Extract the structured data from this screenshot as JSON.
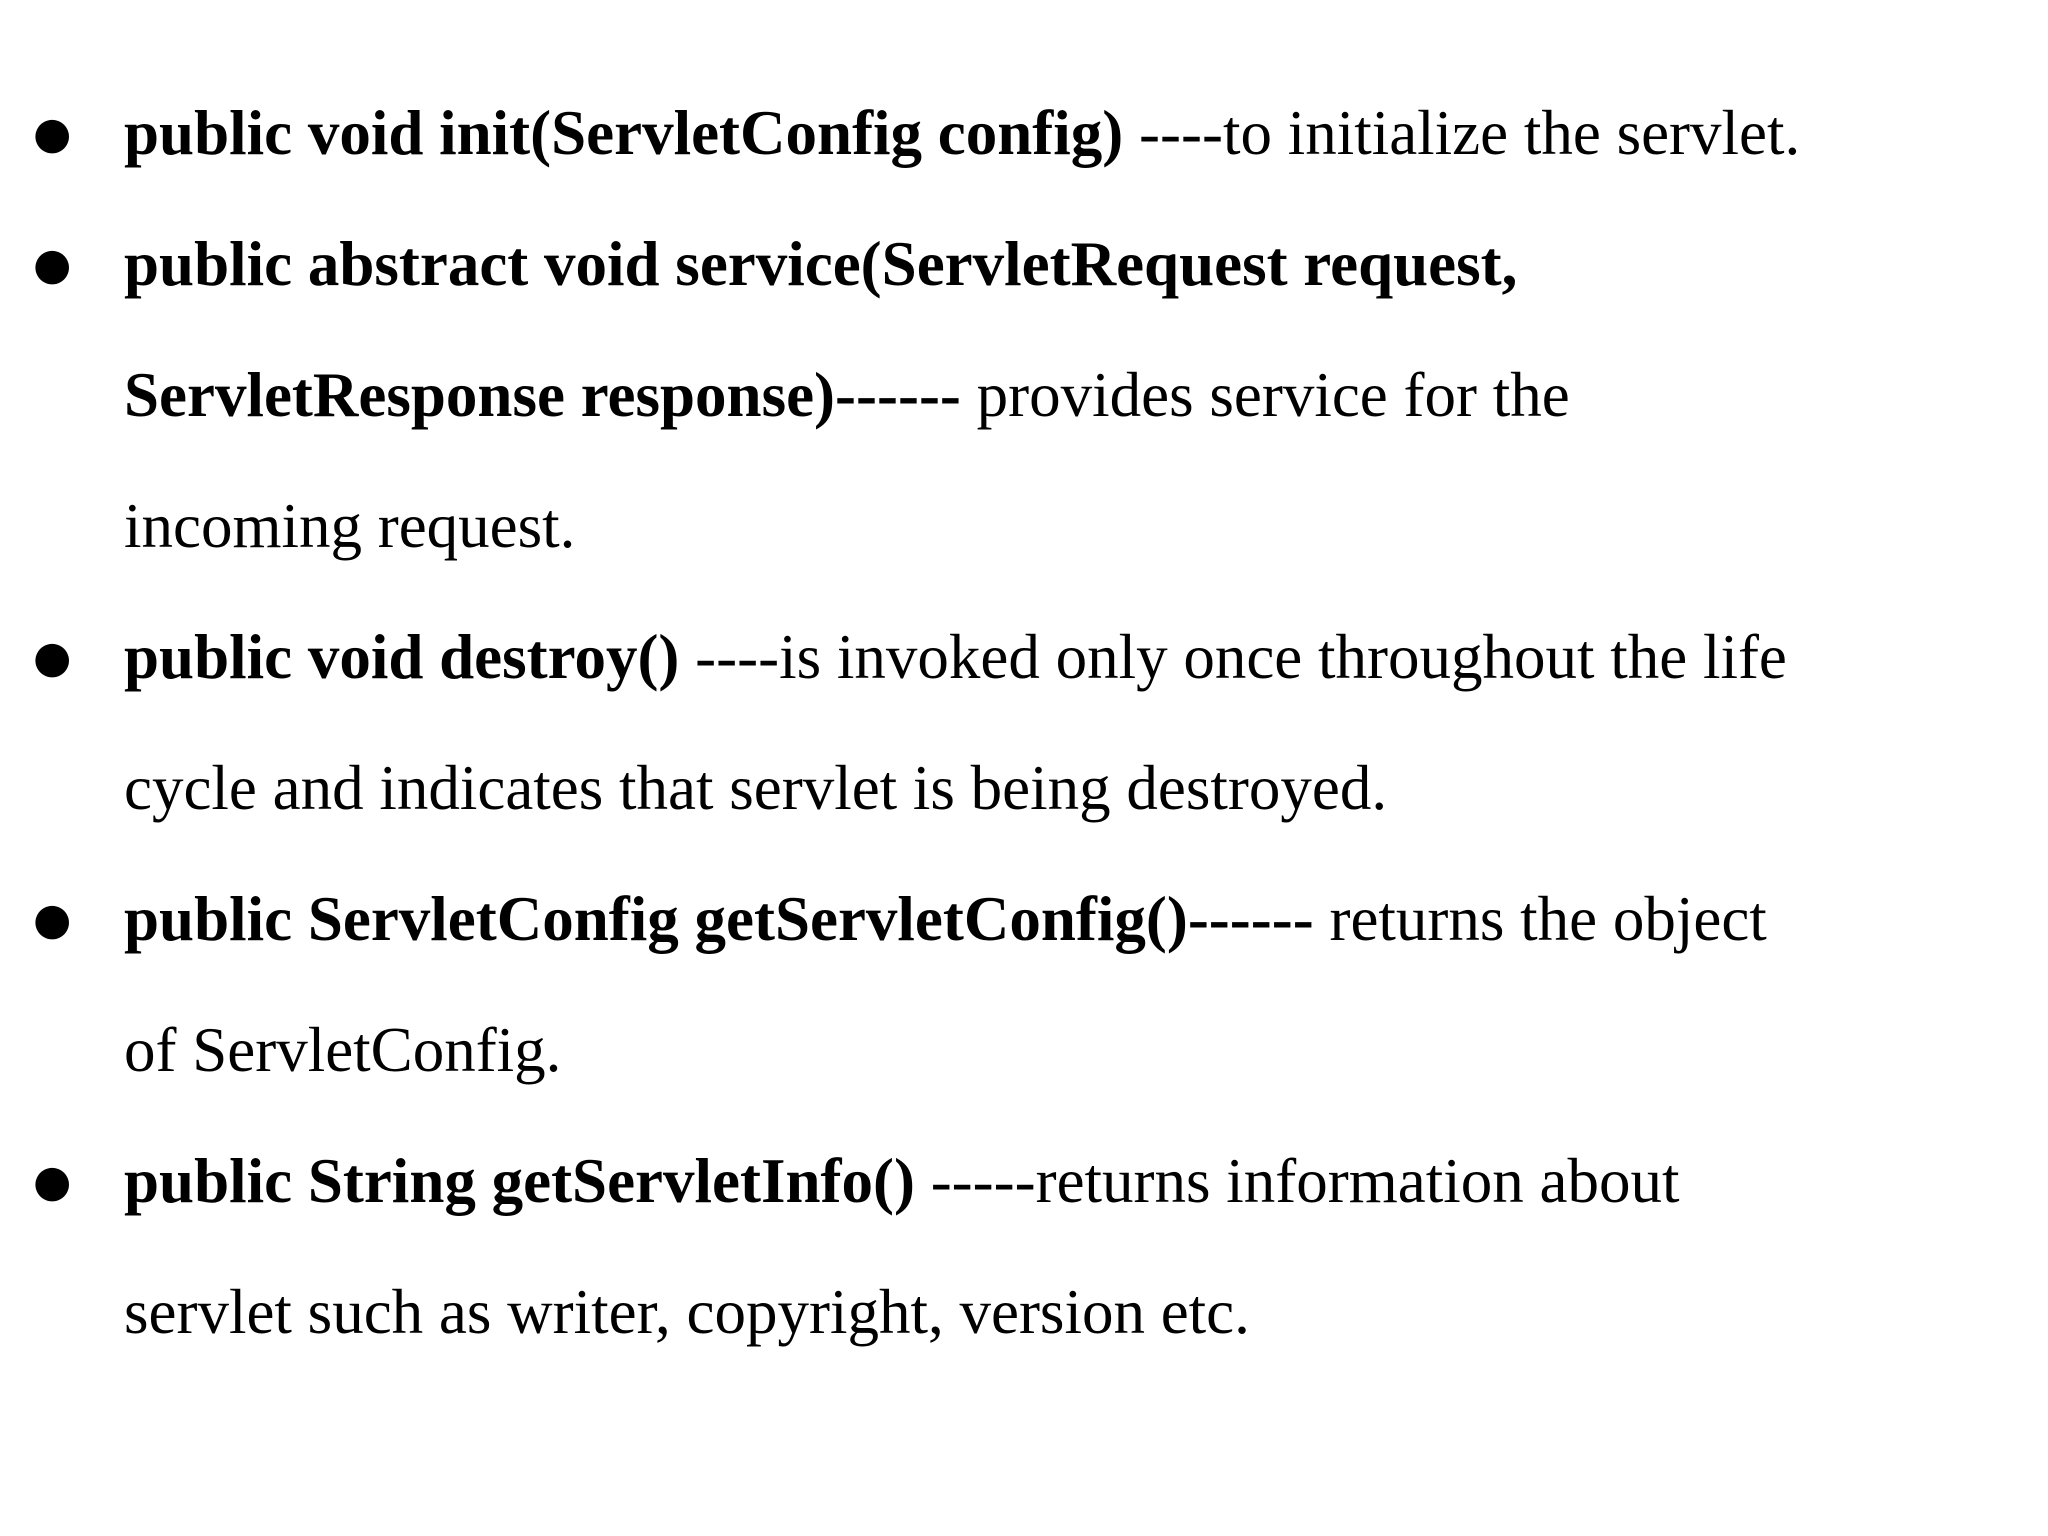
{
  "methods": [
    {
      "bullet": "●",
      "signature": "public void init(ServletConfig config)",
      "separator": " ----",
      "description": "to initialize the servlet."
    },
    {
      "bullet": "●",
      "signature_line1": "public abstract void service(ServletRequest request,",
      "signature_line2": "ServletResponse response)------",
      "description_line1": " provides service for the",
      "description_line2": "incoming request."
    },
    {
      "bullet": "●",
      "signature": "public void destroy()",
      "separator": " ----",
      "description_line1": "is invoked only once throughout the life",
      "description_line2": "cycle and indicates that servlet is being destroyed."
    },
    {
      "bullet": "●",
      "signature": "public ServletConfig getServletConfig()------",
      "description_line1": " returns the object",
      "description_line2": "of ServletConfig."
    },
    {
      "bullet": "●",
      "signature": "public String getServletInfo()",
      "separator": " -----",
      "description_line1": "returns information about",
      "description_line2": "servlet such as writer, copyright, version etc."
    }
  ]
}
